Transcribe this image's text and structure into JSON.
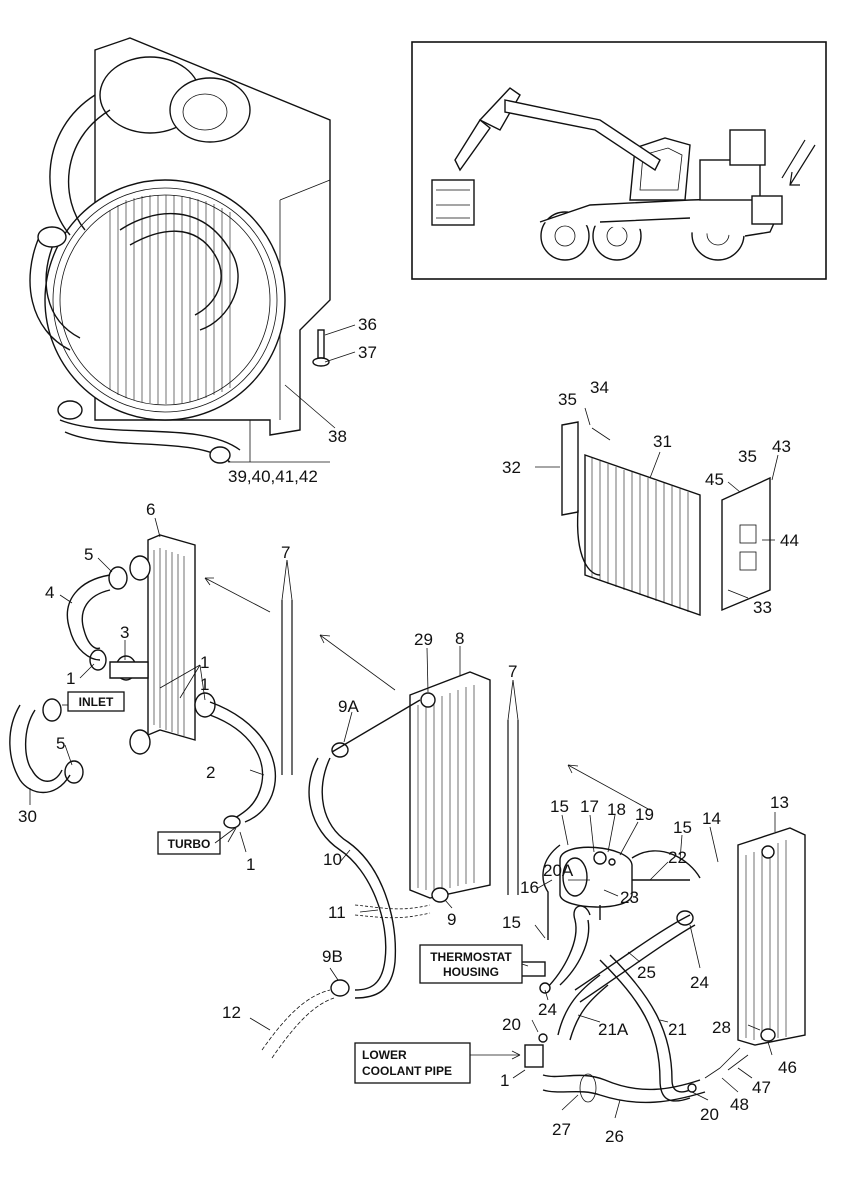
{
  "callouts": {
    "c36": "36",
    "c37": "37",
    "c38": "38",
    "c39": "39,40,41,42",
    "c34": "34",
    "c35a": "35",
    "c31": "31",
    "c32": "32",
    "c35b": "35",
    "c43": "43",
    "c45": "45",
    "c44": "44",
    "c33": "33",
    "c6": "6",
    "c7a": "7",
    "c5a": "5",
    "c4": "4",
    "c3": "3",
    "c1a": "1",
    "c1b": "1",
    "c1c": "1",
    "c5b": "5",
    "c2": "2",
    "c30": "30",
    "c1d": "1",
    "c29": "29",
    "c8": "8",
    "c9a": "9A",
    "c7b": "7",
    "c10": "10",
    "c11": "11",
    "c9": "9",
    "c9b": "9B",
    "c12": "12",
    "c15a": "15",
    "c17": "17",
    "c18": "18",
    "c19": "19",
    "c15b": "15",
    "c14": "14",
    "c13": "13",
    "c20a": "20A",
    "c16": "16",
    "c22": "22",
    "c23": "23",
    "c15c": "15",
    "c25": "25",
    "c24a": "24",
    "c24b": "24",
    "c20": "20",
    "c21a": "21A",
    "c21": "21",
    "c28": "28",
    "c46": "46",
    "c47": "47",
    "c48": "48",
    "c1e": "1",
    "c27": "27",
    "c26": "26",
    "c20b": "20"
  },
  "labels": {
    "inlet": "INLET",
    "turbo": "TURBO",
    "thermostat_line1": "THERMOSTAT",
    "thermostat_line2": "HOUSING",
    "lower_line1": "LOWER",
    "lower_line2": "COOLANT PIPE"
  }
}
